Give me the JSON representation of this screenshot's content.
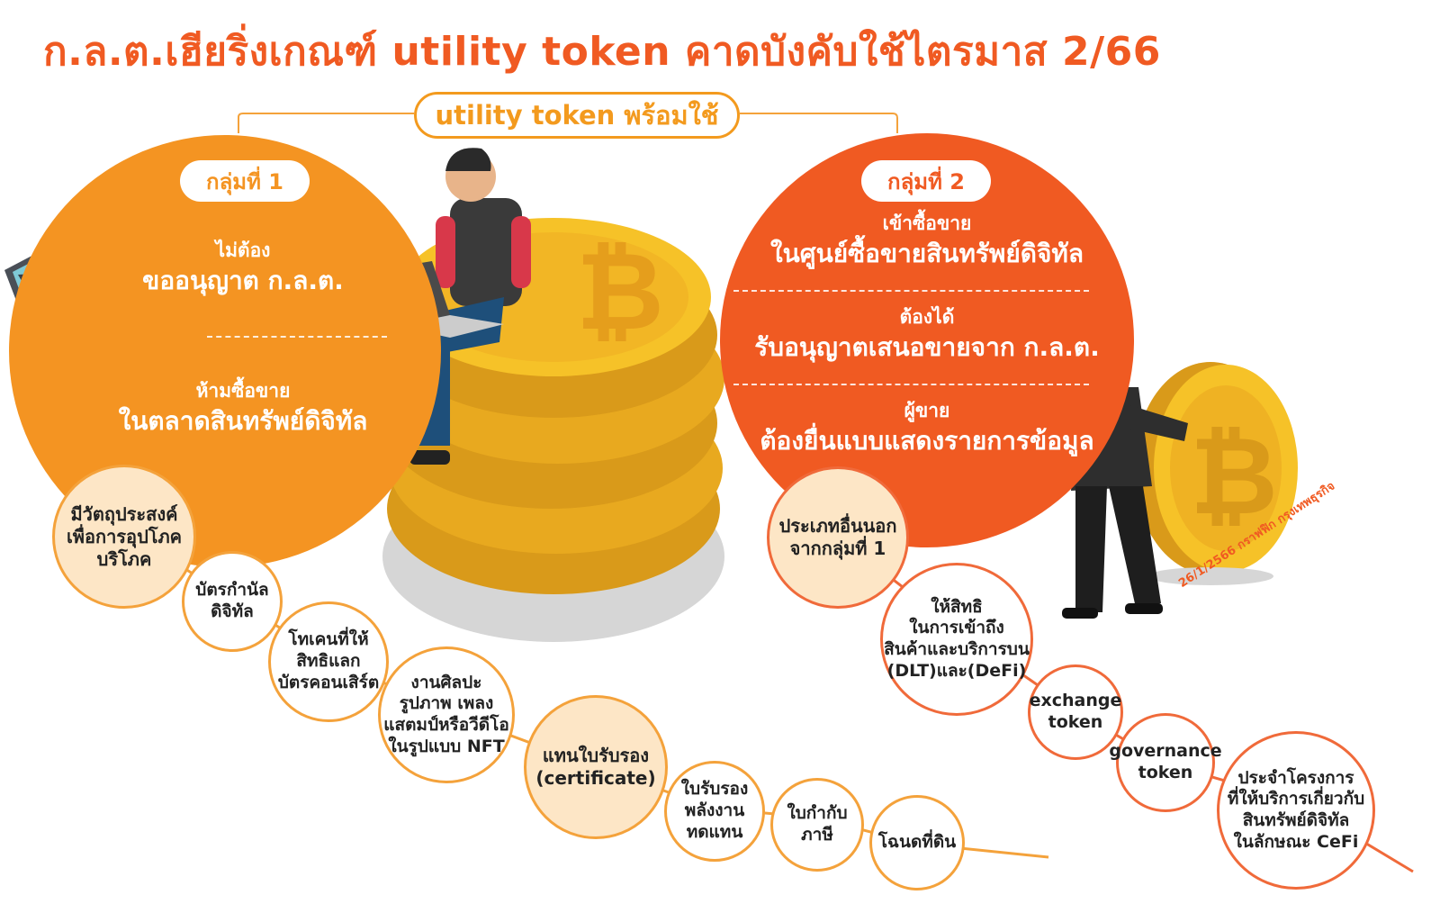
{
  "title": "ก.ล.ต.เฮียริ่งเกณฑ์ utility token คาดบังคับใช้ไตรมาส 2/66",
  "header_pill": "utility token พร้อมใช้",
  "group1": {
    "label": "กลุ่มที่ 1",
    "line1_small": "ไม่ต้อง",
    "line1_big": "ขออนุญาต ก.ล.ต.",
    "line2_small": "ห้ามซื้อขาย",
    "line2_big": "ในตลาดสินทรัพย์ดิจิทัล",
    "start_node": [
      "มีวัตถุประสงค์",
      "เพื่อการอุปโภค",
      "บริโภค"
    ],
    "items": [
      [
        "บัตรกำนัล",
        "ดิจิทัล"
      ],
      [
        "โทเคนที่ให้",
        "สิทธิแลก",
        "บัตรคอนเสิร์ต"
      ],
      [
        "งานศิลปะ",
        "รูปภาพ เพลง",
        "แสตมป์หรือวีดีโอ",
        "ในรูปแบบ NFT"
      ],
      [
        "แทนใบรับรอง",
        "(certificate)"
      ],
      [
        "ใบรับรอง",
        "พลังงาน",
        "ทดแทน"
      ],
      [
        "ใบกำกับ",
        "ภาษี"
      ],
      [
        "โฉนดที่ดิน"
      ]
    ]
  },
  "group2": {
    "label": "กลุ่มที่ 2",
    "line1_small": "เข้าซื้อขาย",
    "line1_big": "ในศูนย์ซื้อขายสินทรัพย์ดิจิทัล",
    "line2_small": "ต้องได้",
    "line2_big": "รับอนุญาตเสนอขายจาก ก.ล.ต.",
    "line3_small": "ผู้ขาย",
    "line3_big": "ต้องยื่นแบบแสดงรายการข้อมูล",
    "start_node": [
      "ประเภทอื่นนอก",
      "จากกลุ่มที่ 1"
    ],
    "items": [
      [
        "ให้สิทธิ",
        "ในการเข้าถึง",
        "สินค้าและบริการบน",
        "(DLT)และ(DeFi)"
      ],
      [
        "exchange",
        "token"
      ],
      [
        "governance",
        "token"
      ],
      [
        "ประจำโครงการ",
        "ที่ให้บริการเกี่ยวกับ",
        "สินทรัพย์ดิจิทัล",
        "ในลักษณะ CeFi"
      ]
    ]
  },
  "credit": "26/1/2566 กราฟฟิก กรุงเทพธุรกิจ",
  "colors": {
    "orange": "#f49422",
    "red_orange": "#f05a22",
    "gold": "#f6c228",
    "cream": "#fde6c6"
  }
}
